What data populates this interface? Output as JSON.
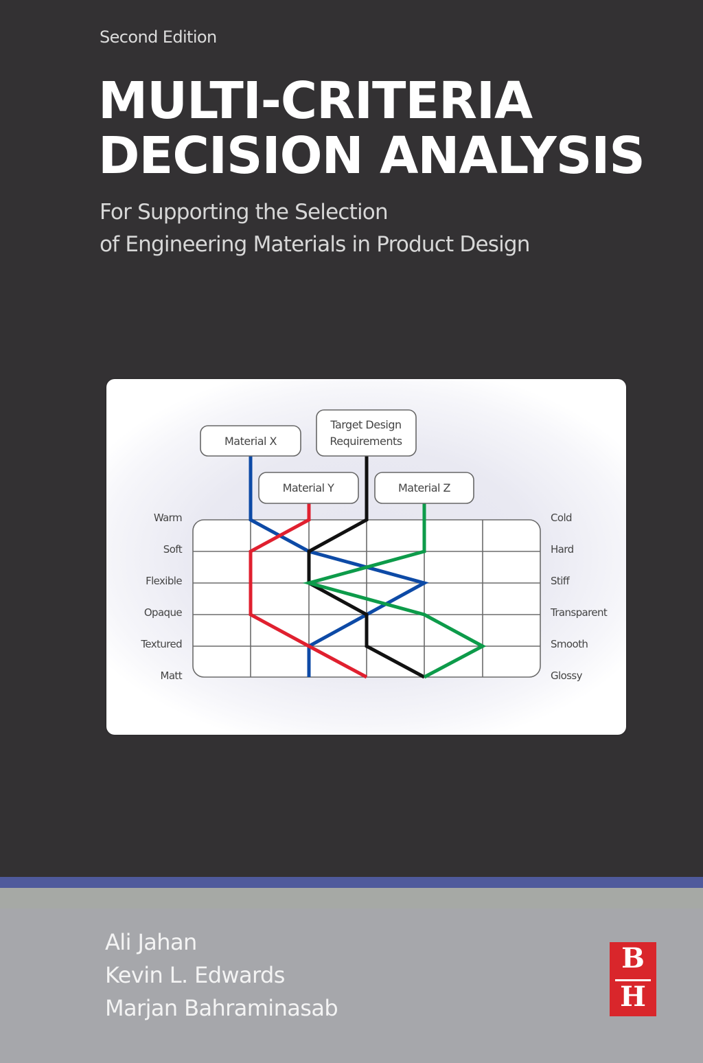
{
  "cover": {
    "edition": "Second Edition",
    "title_lines": [
      "MULTI-CRITERIA",
      "DECISION ANALYSIS"
    ],
    "subtitle_lines": [
      "For Supporting the Selection",
      "of Engineering Materials in Product Design"
    ],
    "authors": [
      "Ali  Jahan",
      "Kevin L. Edwards",
      "Marjan Bahraminasab"
    ],
    "publisher_logo": {
      "top_letter": "B",
      "bottom_letter": "H",
      "color": "#d9262b"
    },
    "colors": {
      "background": "#333133",
      "accent_band": "#4f5a9c",
      "footer": "#a6a7ab"
    }
  },
  "diagram": {
    "boxes": [
      {
        "id": "material-x",
        "label": "Material X"
      },
      {
        "id": "target",
        "label_lines": [
          "Target Design",
          "Requirements"
        ]
      },
      {
        "id": "material-y",
        "label": "Material Y"
      },
      {
        "id": "material-z",
        "label": "Material Z"
      }
    ],
    "left_labels": [
      "Warm",
      "Soft",
      "Flexible",
      "Opaque",
      "Textured",
      "Matt"
    ],
    "right_labels": [
      "Cold",
      "Hard",
      "Stiff",
      "Transparent",
      "Smooth",
      "Glossy"
    ],
    "columns": 6,
    "series": [
      {
        "name": "Material X",
        "color": "#0d4aa6",
        "positions": [
          1,
          2,
          4,
          3,
          2,
          2
        ]
      },
      {
        "name": "Material Y",
        "color": "#e0202f",
        "positions": [
          2,
          1,
          1,
          1,
          2,
          3
        ]
      },
      {
        "name": "Target Design Requirements",
        "color": "#111111",
        "positions": [
          3,
          2,
          2,
          3,
          3,
          4
        ]
      },
      {
        "name": "Material Z",
        "color": "#0d9b4a",
        "positions": [
          4,
          4,
          2,
          4,
          5,
          4
        ]
      }
    ]
  }
}
